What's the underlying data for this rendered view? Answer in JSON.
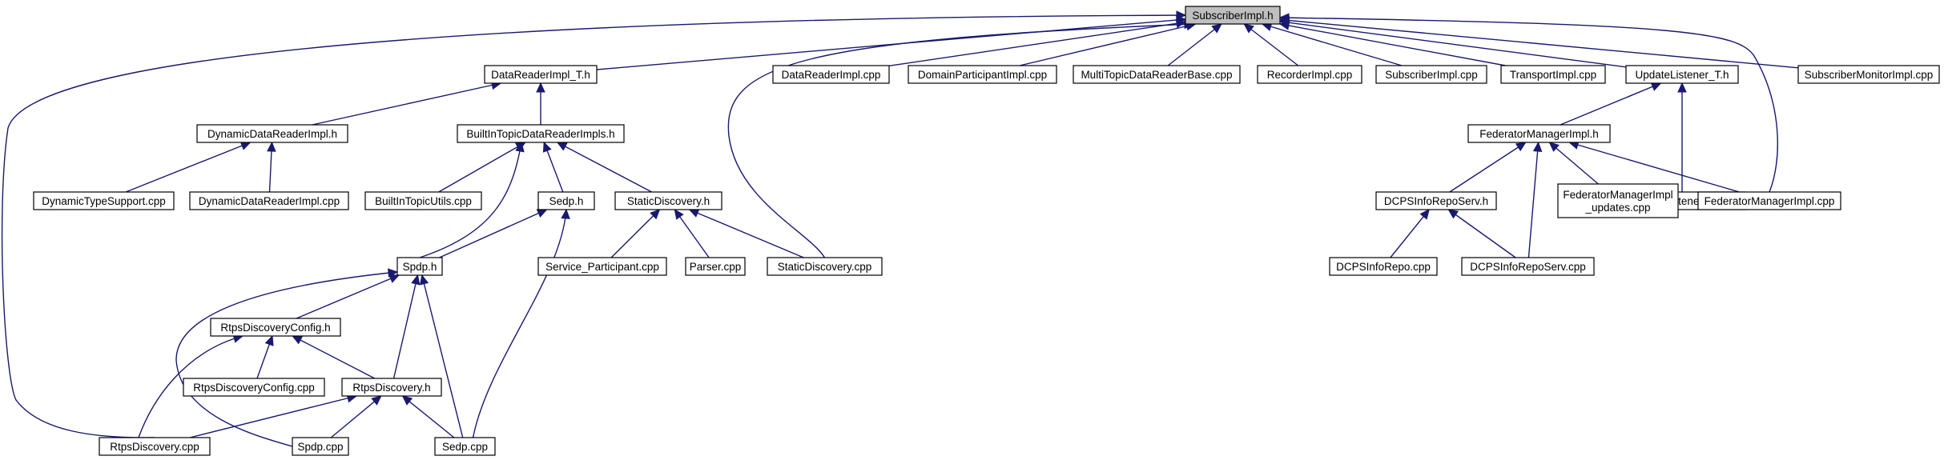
{
  "diagram": {
    "nodes": [
      {
        "id": "subscriberimpl-h",
        "label": "SubscriberImpl.h",
        "root": true
      },
      {
        "id": "datareaderimpl-t-h",
        "label": "DataReaderImpl_T.h"
      },
      {
        "id": "datareaderimpl-cpp",
        "label": "DataReaderImpl.cpp"
      },
      {
        "id": "domainparticipantimpl-cpp",
        "label": "DomainParticipantImpl.cpp"
      },
      {
        "id": "multitopicdatareaderbase-cpp",
        "label": "MultiTopicDataReaderBase.cpp"
      },
      {
        "id": "recorderimpl-cpp",
        "label": "RecorderImpl.cpp"
      },
      {
        "id": "subscriberimpl-cpp",
        "label": "SubscriberImpl.cpp"
      },
      {
        "id": "transportimpl-cpp",
        "label": "TransportImpl.cpp"
      },
      {
        "id": "updatelistener-t-h",
        "label": "UpdateListener_T.h"
      },
      {
        "id": "subscribermonitorimpl-cpp",
        "label": "SubscriberMonitorImpl.cpp"
      },
      {
        "id": "dynamicdatareaderimpl-h",
        "label": "DynamicDataReaderImpl.h"
      },
      {
        "id": "builtintopicdatareaderimpls-h",
        "label": "BuiltInTopicDataReaderImpls.h"
      },
      {
        "id": "federatormanagerimpl-h",
        "label": "FederatorManagerImpl.h"
      },
      {
        "id": "updatelistener-t-cpp",
        "label": "UpdateListener_T.cpp"
      },
      {
        "id": "dynamictypesupport-cpp",
        "label": "DynamicTypeSupport.cpp"
      },
      {
        "id": "dynamicdatareaderimpl-cpp",
        "label": "DynamicDataReaderImpl.cpp"
      },
      {
        "id": "builtintopicutils-cpp",
        "label": "BuiltInTopicUtils.cpp"
      },
      {
        "id": "sedp-h",
        "label": "Sedp.h"
      },
      {
        "id": "staticdiscovery-h",
        "label": "StaticDiscovery.h"
      },
      {
        "id": "dcpsinforeposerv-h",
        "label": "DCPSInfoRepoServ.h"
      },
      {
        "id": "federatormanagerimpl-updates-cpp",
        "label": "FederatorManagerImpl",
        "label2": "_updates.cpp"
      },
      {
        "id": "federatormanagerimpl-cpp",
        "label": "FederatorManagerImpl.cpp"
      },
      {
        "id": "spdp-h",
        "label": "Spdp.h"
      },
      {
        "id": "service-participant-cpp",
        "label": "Service_Participant.cpp"
      },
      {
        "id": "parser-cpp",
        "label": "Parser.cpp"
      },
      {
        "id": "staticdiscovery-cpp",
        "label": "StaticDiscovery.cpp"
      },
      {
        "id": "dcpsinforepo-cpp",
        "label": "DCPSInfoRepo.cpp"
      },
      {
        "id": "dcpsinforeposerv-cpp",
        "label": "DCPSInfoRepoServ.cpp"
      },
      {
        "id": "rtpsdiscoveryconfig-h",
        "label": "RtpsDiscoveryConfig.h"
      },
      {
        "id": "rtpsdiscoveryconfig-cpp",
        "label": "RtpsDiscoveryConfig.cpp"
      },
      {
        "id": "rtpsdiscovery-h",
        "label": "RtpsDiscovery.h"
      },
      {
        "id": "rtpsdiscovery-cpp",
        "label": "RtpsDiscovery.cpp"
      },
      {
        "id": "spdp-cpp",
        "label": "Spdp.cpp"
      },
      {
        "id": "sedp-cpp",
        "label": "Sedp.cpp"
      }
    ],
    "edges": [
      {
        "from": "subscriberimpl-h",
        "to": "datareaderimpl-t-h"
      },
      {
        "from": "subscriberimpl-h",
        "to": "datareaderimpl-cpp"
      },
      {
        "from": "subscriberimpl-h",
        "to": "domainparticipantimpl-cpp"
      },
      {
        "from": "subscriberimpl-h",
        "to": "multitopicdatareaderbase-cpp"
      },
      {
        "from": "subscriberimpl-h",
        "to": "recorderimpl-cpp"
      },
      {
        "from": "subscriberimpl-h",
        "to": "subscriberimpl-cpp"
      },
      {
        "from": "subscriberimpl-h",
        "to": "transportimpl-cpp"
      },
      {
        "from": "subscriberimpl-h",
        "to": "updatelistener-t-h"
      },
      {
        "from": "subscriberimpl-h",
        "to": "subscribermonitorimpl-cpp"
      },
      {
        "from": "subscriberimpl-h",
        "to": "federatormanagerimpl-cpp"
      },
      {
        "from": "subscriberimpl-h",
        "to": "staticdiscovery-cpp"
      },
      {
        "from": "subscriberimpl-h",
        "to": "rtpsdiscovery-cpp"
      },
      {
        "from": "datareaderimpl-t-h",
        "to": "dynamicdatareaderimpl-h"
      },
      {
        "from": "datareaderimpl-t-h",
        "to": "builtintopicdatareaderimpls-h"
      },
      {
        "from": "dynamicdatareaderimpl-h",
        "to": "dynamictypesupport-cpp"
      },
      {
        "from": "dynamicdatareaderimpl-h",
        "to": "dynamicdatareaderimpl-cpp"
      },
      {
        "from": "builtintopicdatareaderimpls-h",
        "to": "builtintopicutils-cpp"
      },
      {
        "from": "builtintopicdatareaderimpls-h",
        "to": "sedp-h"
      },
      {
        "from": "builtintopicdatareaderimpls-h",
        "to": "staticdiscovery-h"
      },
      {
        "from": "builtintopicdatareaderimpls-h",
        "to": "spdp-h"
      },
      {
        "from": "sedp-h",
        "to": "spdp-h"
      },
      {
        "from": "sedp-h",
        "to": "sedp-cpp"
      },
      {
        "from": "staticdiscovery-h",
        "to": "service-participant-cpp"
      },
      {
        "from": "staticdiscovery-h",
        "to": "parser-cpp"
      },
      {
        "from": "staticdiscovery-h",
        "to": "staticdiscovery-cpp"
      },
      {
        "from": "spdp-h",
        "to": "rtpsdiscoveryconfig-h"
      },
      {
        "from": "spdp-h",
        "to": "rtpsdiscovery-h"
      },
      {
        "from": "spdp-h",
        "to": "spdp-cpp"
      },
      {
        "from": "spdp-h",
        "to": "sedp-cpp"
      },
      {
        "from": "rtpsdiscoveryconfig-h",
        "to": "rtpsdiscoveryconfig-cpp"
      },
      {
        "from": "rtpsdiscoveryconfig-h",
        "to": "rtpsdiscovery-h"
      },
      {
        "from": "rtpsdiscoveryconfig-h",
        "to": "rtpsdiscovery-cpp"
      },
      {
        "from": "rtpsdiscovery-h",
        "to": "rtpsdiscovery-cpp"
      },
      {
        "from": "rtpsdiscovery-h",
        "to": "spdp-cpp"
      },
      {
        "from": "rtpsdiscovery-h",
        "to": "sedp-cpp"
      },
      {
        "from": "updatelistener-t-h",
        "to": "federatormanagerimpl-h"
      },
      {
        "from": "updatelistener-t-h",
        "to": "updatelistener-t-cpp"
      },
      {
        "from": "federatormanagerimpl-h",
        "to": "dcpsinforeposerv-h"
      },
      {
        "from": "federatormanagerimpl-h",
        "to": "federatormanagerimpl-updates-cpp"
      },
      {
        "from": "federatormanagerimpl-h",
        "to": "federatormanagerimpl-cpp"
      },
      {
        "from": "federatormanagerimpl-h",
        "to": "dcpsinforeposerv-cpp"
      },
      {
        "from": "dcpsinforeposerv-h",
        "to": "dcpsinforepo-cpp"
      },
      {
        "from": "dcpsinforeposerv-h",
        "to": "dcpsinforeposerv-cpp"
      }
    ]
  },
  "colors": {
    "edge": "#191970",
    "root_fill": "#bfbfbf",
    "node_fill": "#ffffff",
    "node_border": "#000000"
  }
}
